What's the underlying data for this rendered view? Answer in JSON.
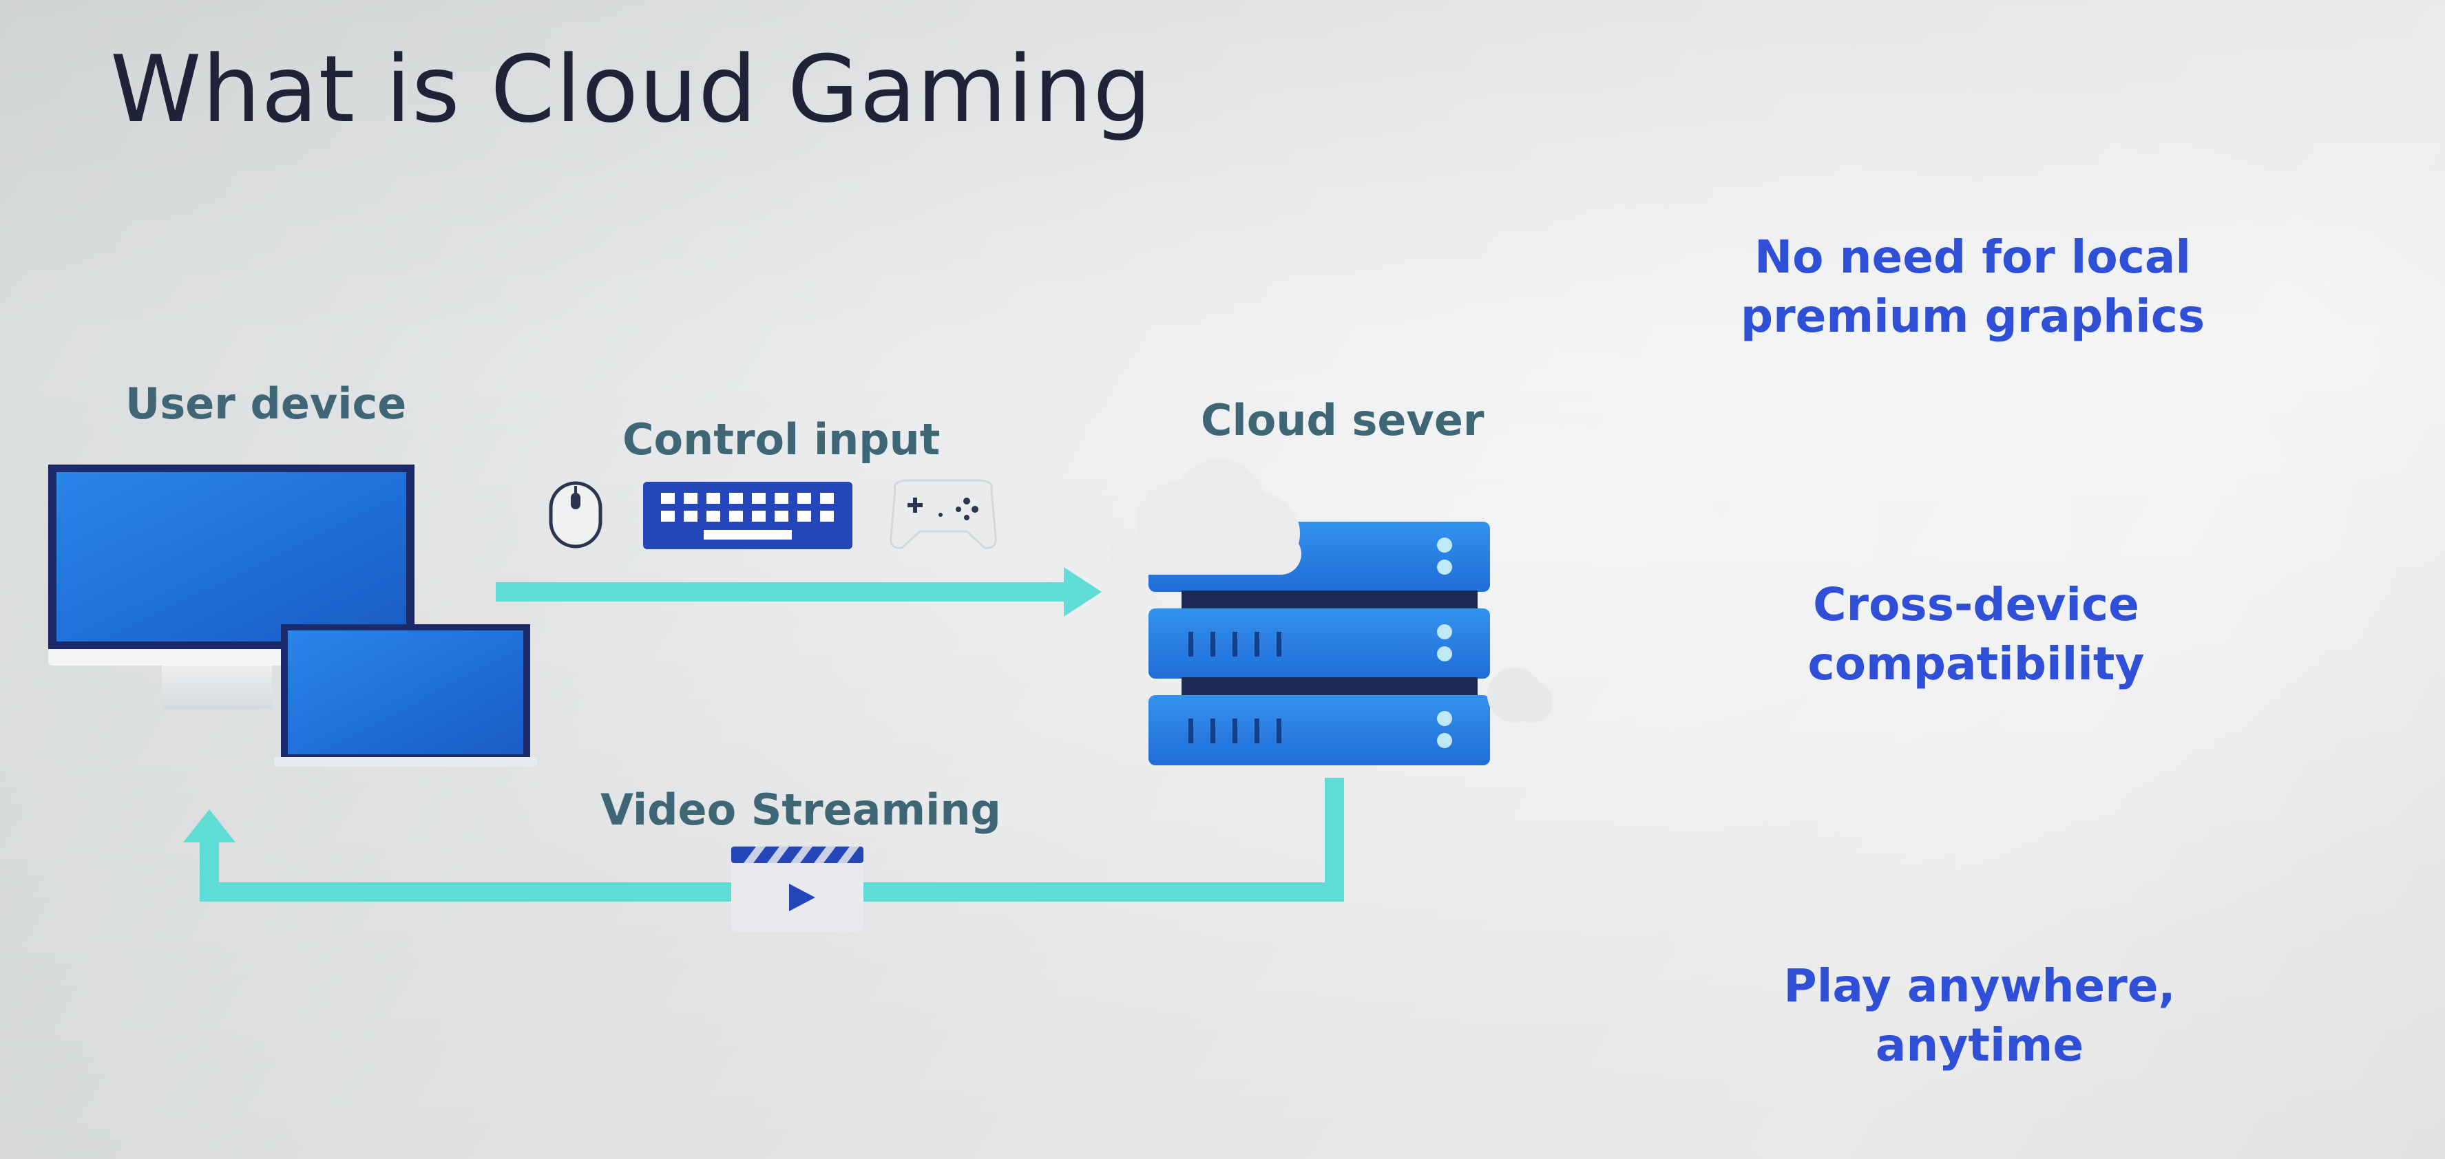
{
  "slide": {
    "title": "What is Cloud Gaming"
  },
  "diagram": {
    "user_device_label": "User device",
    "control_input_label": "Control input",
    "cloud_server_label": "Cloud sever",
    "video_streaming_label": "Video Streaming"
  },
  "benefits": [
    {
      "text": "No need for local\npremium graphics"
    },
    {
      "text": "Cross-device\ncompatibility"
    },
    {
      "text": "Play anywhere,\nanytime"
    }
  ],
  "colors": {
    "background": "#e6e8ea",
    "title": "#1e2337",
    "label": "#3f6674",
    "benefit_text": "#2f4fd6",
    "arrow": "#5fdcd6",
    "screen_blue": "#1f74dc",
    "device_frame": "#1a2a6a",
    "server_blue": "#2a7ee0"
  },
  "icons": [
    "monitor-icon",
    "laptop-icon",
    "mouse-icon",
    "keyboard-icon",
    "gamepad-icon",
    "cloud-icon",
    "server-rack-icon",
    "video-player-icon"
  ]
}
